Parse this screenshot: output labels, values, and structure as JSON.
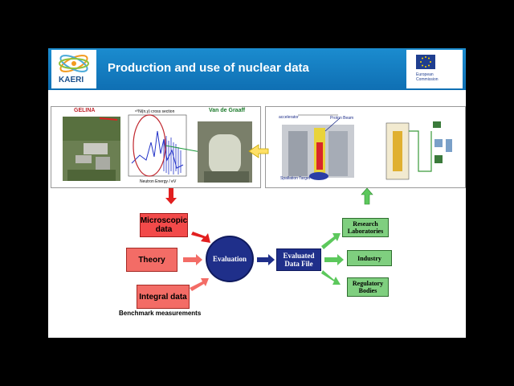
{
  "slide": {
    "title": "Production and use of nuclear data",
    "logo_text": "KAERI",
    "ec_text": "European\nCommission"
  },
  "left_panel": {
    "gelina_label": "GELINA",
    "chart_title": "⁶⁰Ni(n,γ) cross section",
    "x_axis_label": "Neutron Energy / eV",
    "van_de_graaff_label": "Van de Graaff"
  },
  "right_panel": {
    "accelerator_label": "accelerator",
    "proton_beam_label": "Proton Beam",
    "spallation_label": "Spallation Target"
  },
  "flow": {
    "microscopic": "Microscopic data",
    "theory": "Theory",
    "integral": "Integral data",
    "benchmark": "Benchmark measurements",
    "evaluation": "Evaluation",
    "evaluated_file": "Evaluated Data File",
    "research": "Research Laboratories",
    "industry": "Industry",
    "regulatory": "Regulatory Bodies"
  },
  "colors": {
    "header_blue": "#1b8ccf",
    "red": "#f24a4a",
    "pink": "#f36c66",
    "green": "#7fcf7f",
    "navy": "#1f2f8a",
    "yellow_arrow": "#ffe066"
  }
}
